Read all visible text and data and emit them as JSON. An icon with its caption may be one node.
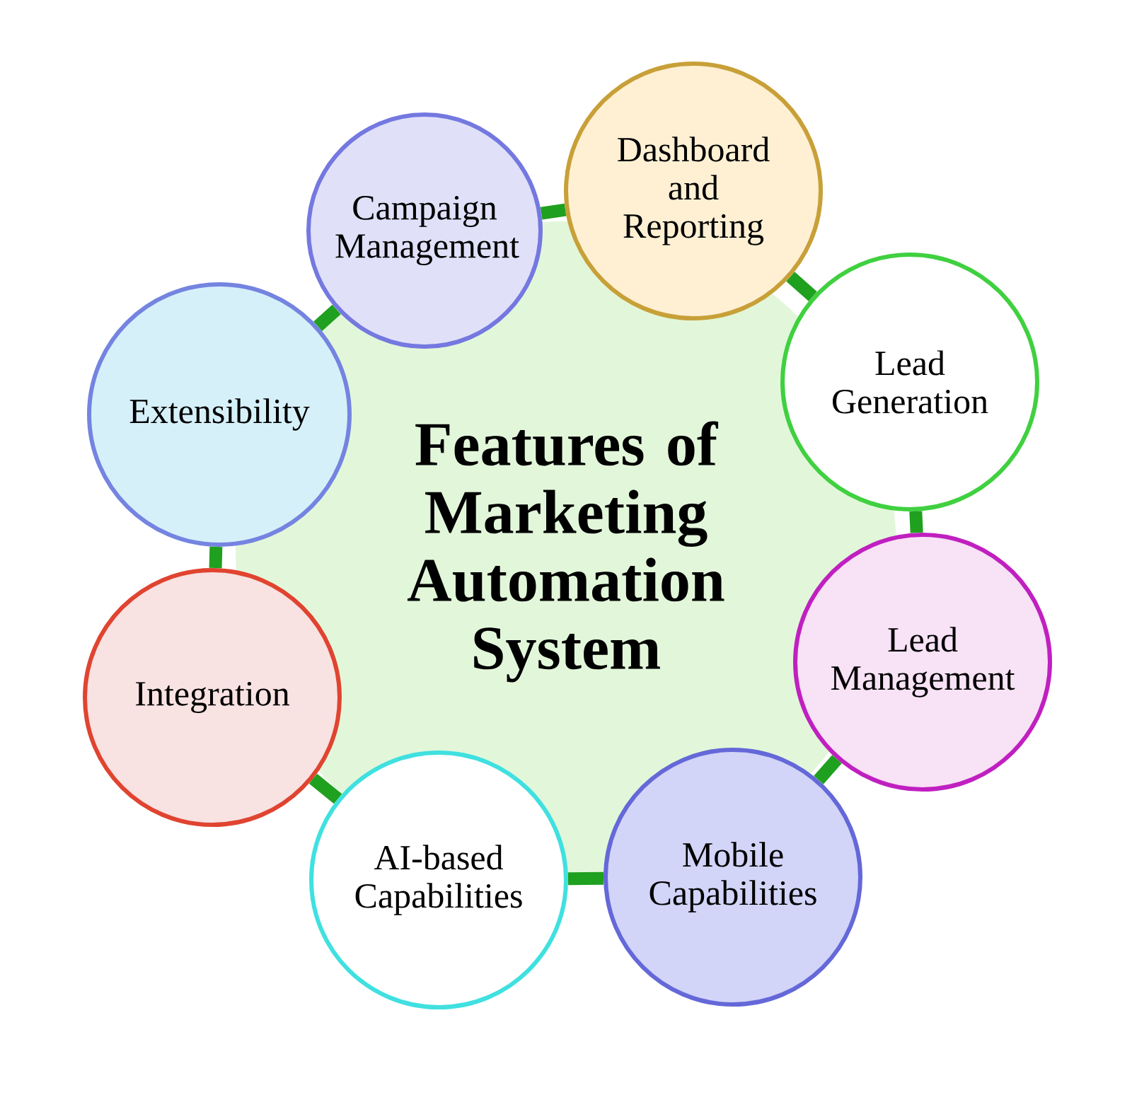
{
  "diagram": {
    "nodes": [
      {
        "text": [
          "Features of Marketing Automation System"
        ]
      },
      {
        "text": [
          "Campaign Management"
        ]
      },
      {
        "text": [
          "Dashboard and Reporting"
        ]
      },
      {
        "text": [
          "Lead Generation"
        ]
      },
      {
        "text": [
          "Lead Management"
        ]
      },
      {
        "text": [
          "Mobile Capabilities"
        ]
      },
      {
        "text": [
          "AI-based Capabilities"
        ]
      },
      {
        "text": [
          "Integration"
        ]
      },
      {
        "text": [
          "Extensibility"
        ]
      }
    ],
    "edges": [
      {
        "from": 1,
        "to": 2,
        "arrow": "none"
      },
      {
        "from": 2,
        "to": 3,
        "arrow": "none"
      },
      {
        "from": 3,
        "to": 4,
        "arrow": "none"
      },
      {
        "from": 4,
        "to": 5,
        "arrow": "none"
      },
      {
        "from": 5,
        "to": 6,
        "arrow": "none"
      },
      {
        "from": 6,
        "to": 7,
        "arrow": "none"
      },
      {
        "from": 7,
        "to": 8,
        "arrow": "none"
      },
      {
        "from": 8,
        "to": 1,
        "arrow": "none"
      }
    ]
  }
}
